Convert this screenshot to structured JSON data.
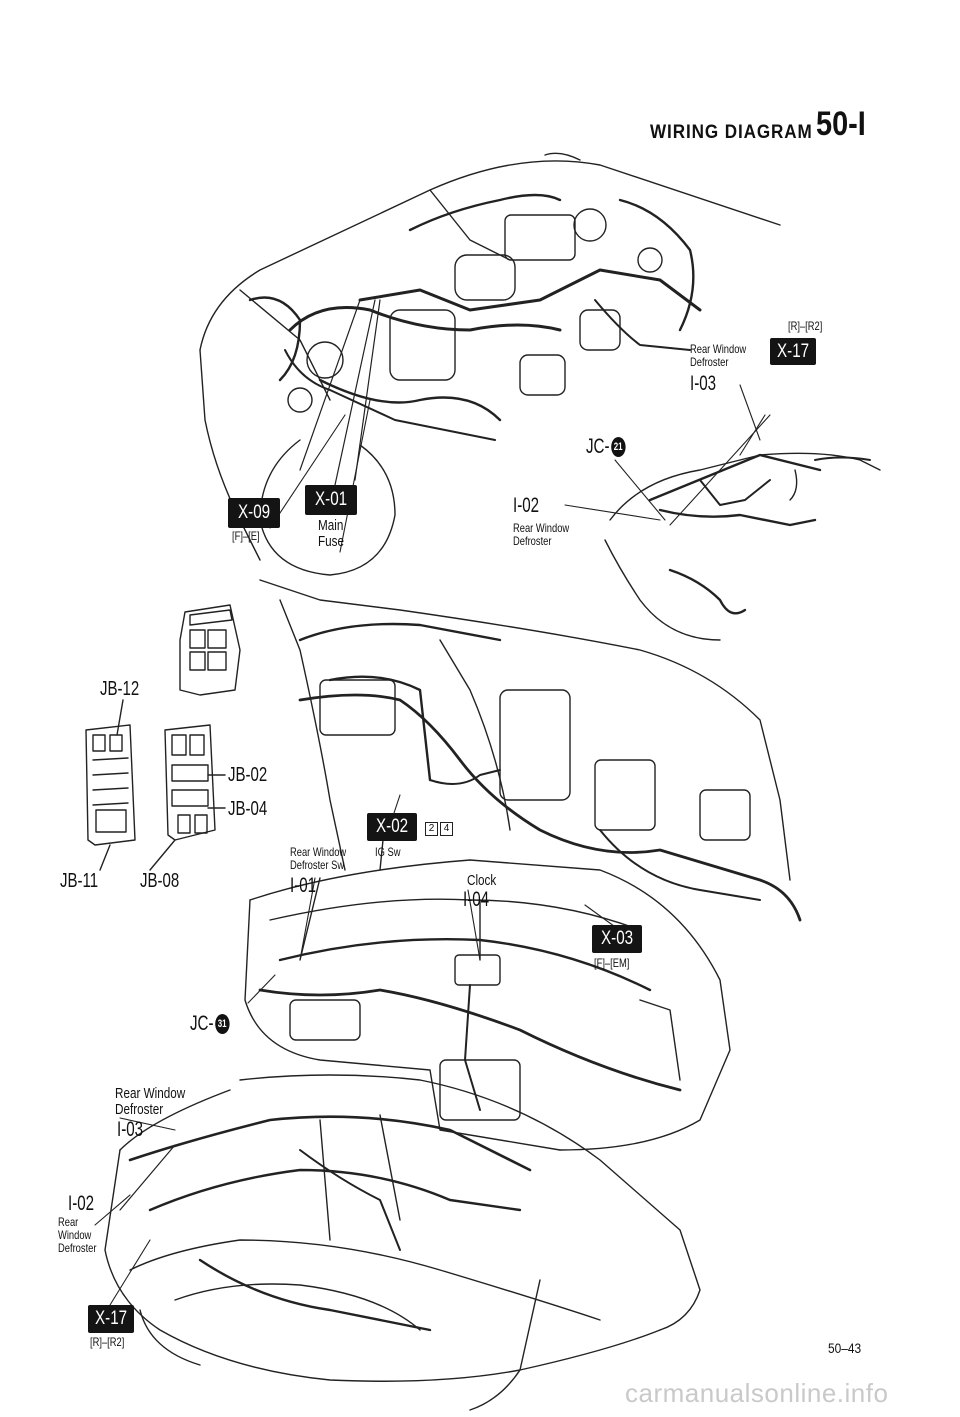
{
  "header": {
    "title": "WIRING DIAGRAM",
    "section": "50-I"
  },
  "engine_bay": {
    "badge_x09": "X-09",
    "x09_loc": "[F]–[E]",
    "badge_x01": "X-01",
    "x01_caption": "Main\nFuse"
  },
  "rear_top": {
    "loc_r": "[R]–[R2]",
    "badge_x17": "X-17",
    "rwd_label": "Rear Window\nDefroster",
    "i03": "I-03",
    "jc_prefix": "JC-",
    "jc_num": "21",
    "i02": "I-02",
    "i02_label": "Rear Window\nDefroster"
  },
  "junction_boxes": {
    "jb12": "JB-12",
    "jb02": "JB-02",
    "jb04": "JB-04",
    "jb11": "JB-11",
    "jb08": "JB-08"
  },
  "dash": {
    "badge_x02": "X-02",
    "conn_2": "2",
    "conn_4": "4",
    "ig_sw": "IG Sw",
    "rwds_label": "Rear Window\nDefroster Sw",
    "i01": "I-01",
    "clock": "Clock",
    "i04": "I-04",
    "badge_x03": "X-03",
    "x03_loc": "[F]–[EM]",
    "jc_prefix": "JC-",
    "jc_num": "31"
  },
  "rear_bottom": {
    "rwd_label": "Rear Window\nDefroster",
    "i03": "I-03",
    "i02": "I-02",
    "i02_label": "Rear\nWindow\nDefroster",
    "badge_x17": "X-17",
    "loc": "[R]–[R2]"
  },
  "footer": {
    "page": "50–43",
    "watermark": "carmanualsonline.info"
  }
}
